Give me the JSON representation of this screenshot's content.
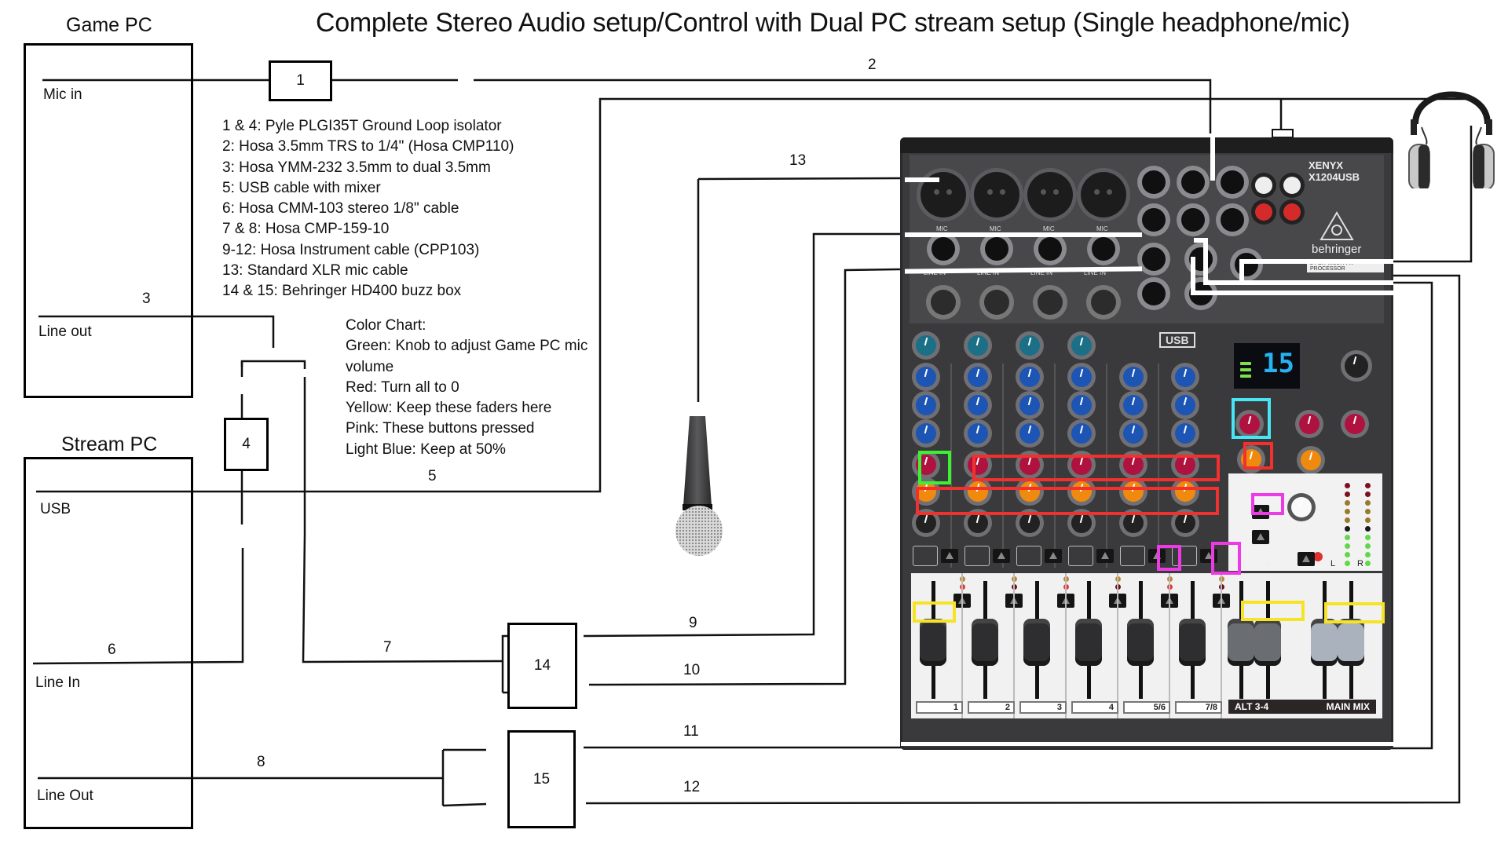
{
  "title": "Complete Stereo Audio setup/Control with Dual PC stream setup (Single headphone/mic)",
  "game_pc": {
    "label": "Game PC",
    "ports": [
      "Mic in",
      "Line out"
    ]
  },
  "stream_pc": {
    "label": "Stream PC",
    "ports": [
      "USB",
      "Line In",
      "Line Out"
    ]
  },
  "inline_boxes": [
    "1",
    "4",
    "14",
    "15"
  ],
  "cable_numbers": [
    "1",
    "2",
    "3",
    "4",
    "5",
    "6",
    "7",
    "8",
    "9",
    "10",
    "11",
    "12",
    "13",
    "14",
    "15"
  ],
  "parts_list": [
    "1 & 4: Pyle PLGI35T Ground Loop isolator",
    "2:  Hosa 3.5mm TRS to 1/4\" (Hosa CMP110)",
    "3:  Hosa YMM-232 3.5mm to dual 3.5mm",
    "5: USB cable with mixer",
    "6: Hosa CMM-103 stereo 1/8\" cable",
    "7 & 8: Hosa CMP-159-10",
    "9-12: Hosa Instrument cable (CPP103)",
    "13: Standard XLR mic cable",
    "14 & 15: Behringer HD400 buzz box"
  ],
  "color_chart": {
    "heading": "Color Chart:",
    "entries": [
      {
        "text": "Green: Knob to adjust Game PC mic",
        "text2": "volume",
        "color": "#3cf032"
      },
      {
        "text": "Red: Turn all to 0",
        "color": "#f2302e"
      },
      {
        "text": "Yellow: Keep these faders here",
        "color": "#f7e326"
      },
      {
        "text": "Pink: These buttons pressed",
        "color": "#ee3ae4"
      },
      {
        "text": "Light Blue: Keep at 50%",
        "color": "#48e6f4"
      }
    ]
  },
  "mixer": {
    "model": "XENYX X1204USB",
    "brand": "behringer",
    "fx_label": "24-BIT MULTI-FX PROCESSOR",
    "fx_display": "15",
    "usb_label": "USB",
    "mic_label": "MIC",
    "line_in_label": "LINE IN",
    "channel_labels": [
      "1",
      "2",
      "3",
      "4",
      "5/6",
      "7/8"
    ],
    "alt_label": "ALT 3-4",
    "main_label": "MAIN MIX",
    "alt_numbers": [
      "3",
      "4"
    ],
    "main_lr": [
      "L",
      "R"
    ]
  },
  "devices": {
    "microphone": "microphone",
    "headphones": "headphones"
  }
}
